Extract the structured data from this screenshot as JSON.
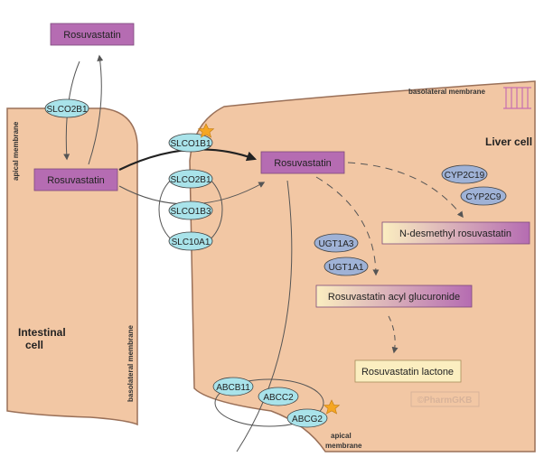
{
  "colors": {
    "cell_fill": "#f2c7a4",
    "cell_stroke": "#9a7058",
    "purple_box": "#b56cb2",
    "yellow_box": "#fbeec0",
    "cyan_oval": "#a9e3ea",
    "blue_oval": "#9fb2d6",
    "arrow": "#555555",
    "star": "#f5a623"
  },
  "labels": {
    "rosuvastatin_top": "Rosuvastatin",
    "rosuvastatin_intestine": "Rosuvastatin",
    "rosuvastatin_liver": "Rosuvastatin",
    "n_desmethyl": "N-desmethyl rosuvastatin",
    "acyl_glucuronide": "Rosuvastatin acyl glucuronide",
    "lactone": "Rosuvastatin lactone",
    "liver_cell": "Liver cell",
    "intestinal_cell_line1": "Intestinal",
    "intestinal_cell_line2": "cell",
    "apical_membrane_left": "apical membrane",
    "basolateral_membrane_left": "basolateral membrane",
    "basolateral_membrane_top": "basolateral membrane",
    "apical_membrane_bottom_line1": "apical",
    "apical_membrane_bottom_line2": "membrane",
    "watermark": "©PharmGKB"
  },
  "transporters": {
    "slco2b1_intestine": "SLCO2B1",
    "slco1b1": "SLCO1B1",
    "slco2b1_liver": "SLCO2B1",
    "slco1b3": "SLCO1B3",
    "slc10a1": "SLC10A1",
    "abcb11": "ABCB11",
    "abcc2": "ABCC2",
    "abcg2": "ABCG2"
  },
  "enzymes": {
    "cyp2c19": "CYP2C19",
    "cyp2c9": "CYP2C9",
    "ugt1a3": "UGT1A3",
    "ugt1a1": "UGT1A1"
  }
}
